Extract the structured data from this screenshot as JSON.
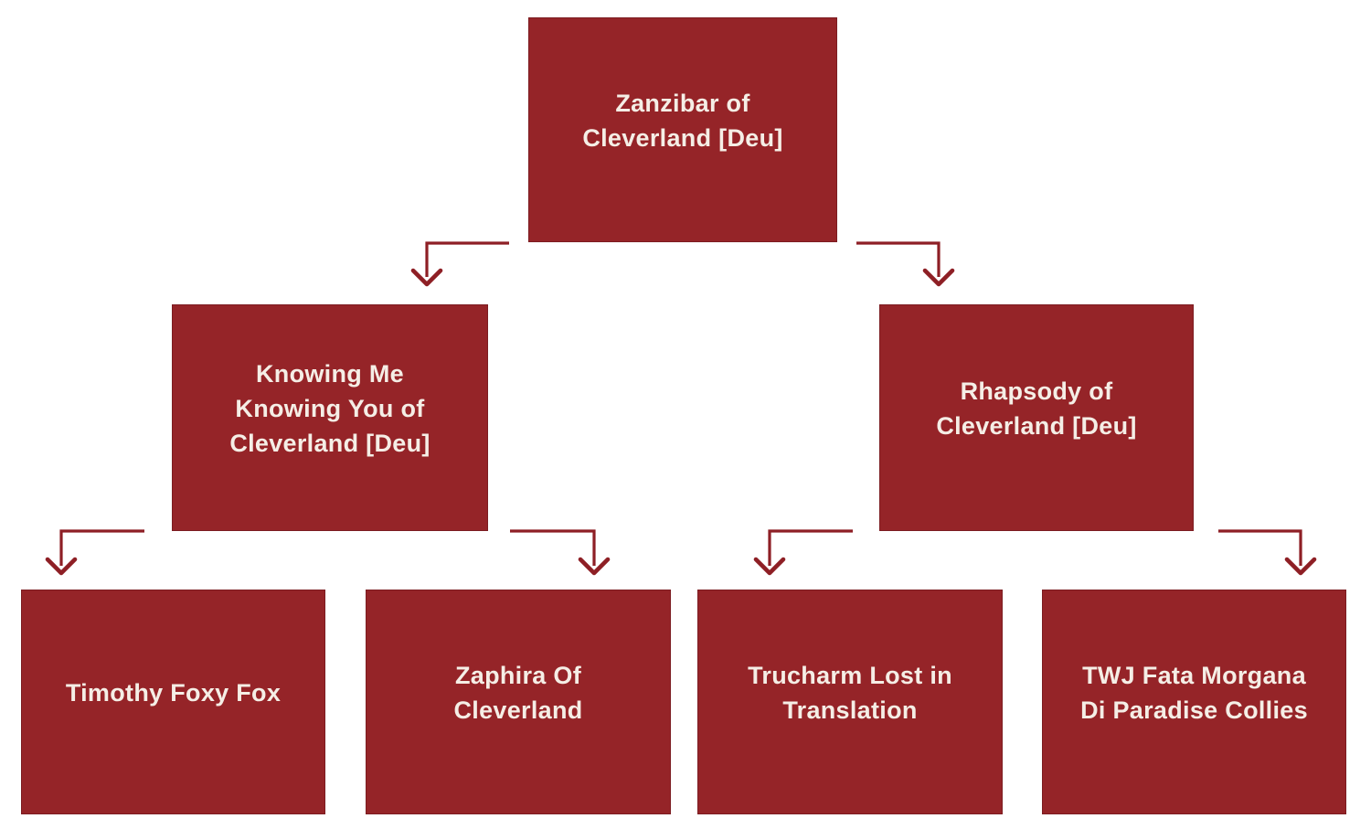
{
  "diagram": {
    "type": "pedigree-tree",
    "colors": {
      "box_fill": "#952428",
      "box_border": "#7c1c21",
      "arrow": "#8e1f25",
      "text": "#f5eee6",
      "background": "#ffffff"
    },
    "nodes": [
      {
        "id": "zanzibar",
        "label": "Zanzibar of Cleverland [Deu]",
        "display": "Zanzibar of\nCleverland [Deu]"
      },
      {
        "id": "knowing-me-knowing-you",
        "label": "Knowing Me Knowing You of Cleverland [Deu]",
        "display": "Knowing Me\nKnowing You of\nCleverland [Deu]"
      },
      {
        "id": "rhapsody",
        "label": "Rhapsody of Cleverland [Deu]",
        "display": "Rhapsody of\nCleverland [Deu]"
      },
      {
        "id": "timothy-foxy-fox",
        "label": "Timothy Foxy Fox",
        "display": "Timothy Foxy Fox"
      },
      {
        "id": "zaphira",
        "label": "Zaphira Of Cleverland",
        "display": "Zaphira Of\nCleverland"
      },
      {
        "id": "trucharm",
        "label": "Trucharm Lost in Translation",
        "display": "Trucharm Lost in\nTranslation"
      },
      {
        "id": "twj-fata-morgana",
        "label": "TWJ Fata Morgana Di Paradise Collies",
        "display": "TWJ Fata Morgana\nDi Paradise Collies"
      }
    ],
    "edges": [
      {
        "from": "zanzibar",
        "to": "knowing-me-knowing-you"
      },
      {
        "from": "zanzibar",
        "to": "rhapsody"
      },
      {
        "from": "knowing-me-knowing-you",
        "to": "timothy-foxy-fox"
      },
      {
        "from": "knowing-me-knowing-you",
        "to": "zaphira"
      },
      {
        "from": "rhapsody",
        "to": "trucharm"
      },
      {
        "from": "rhapsody",
        "to": "twj-fata-morgana"
      }
    ]
  }
}
